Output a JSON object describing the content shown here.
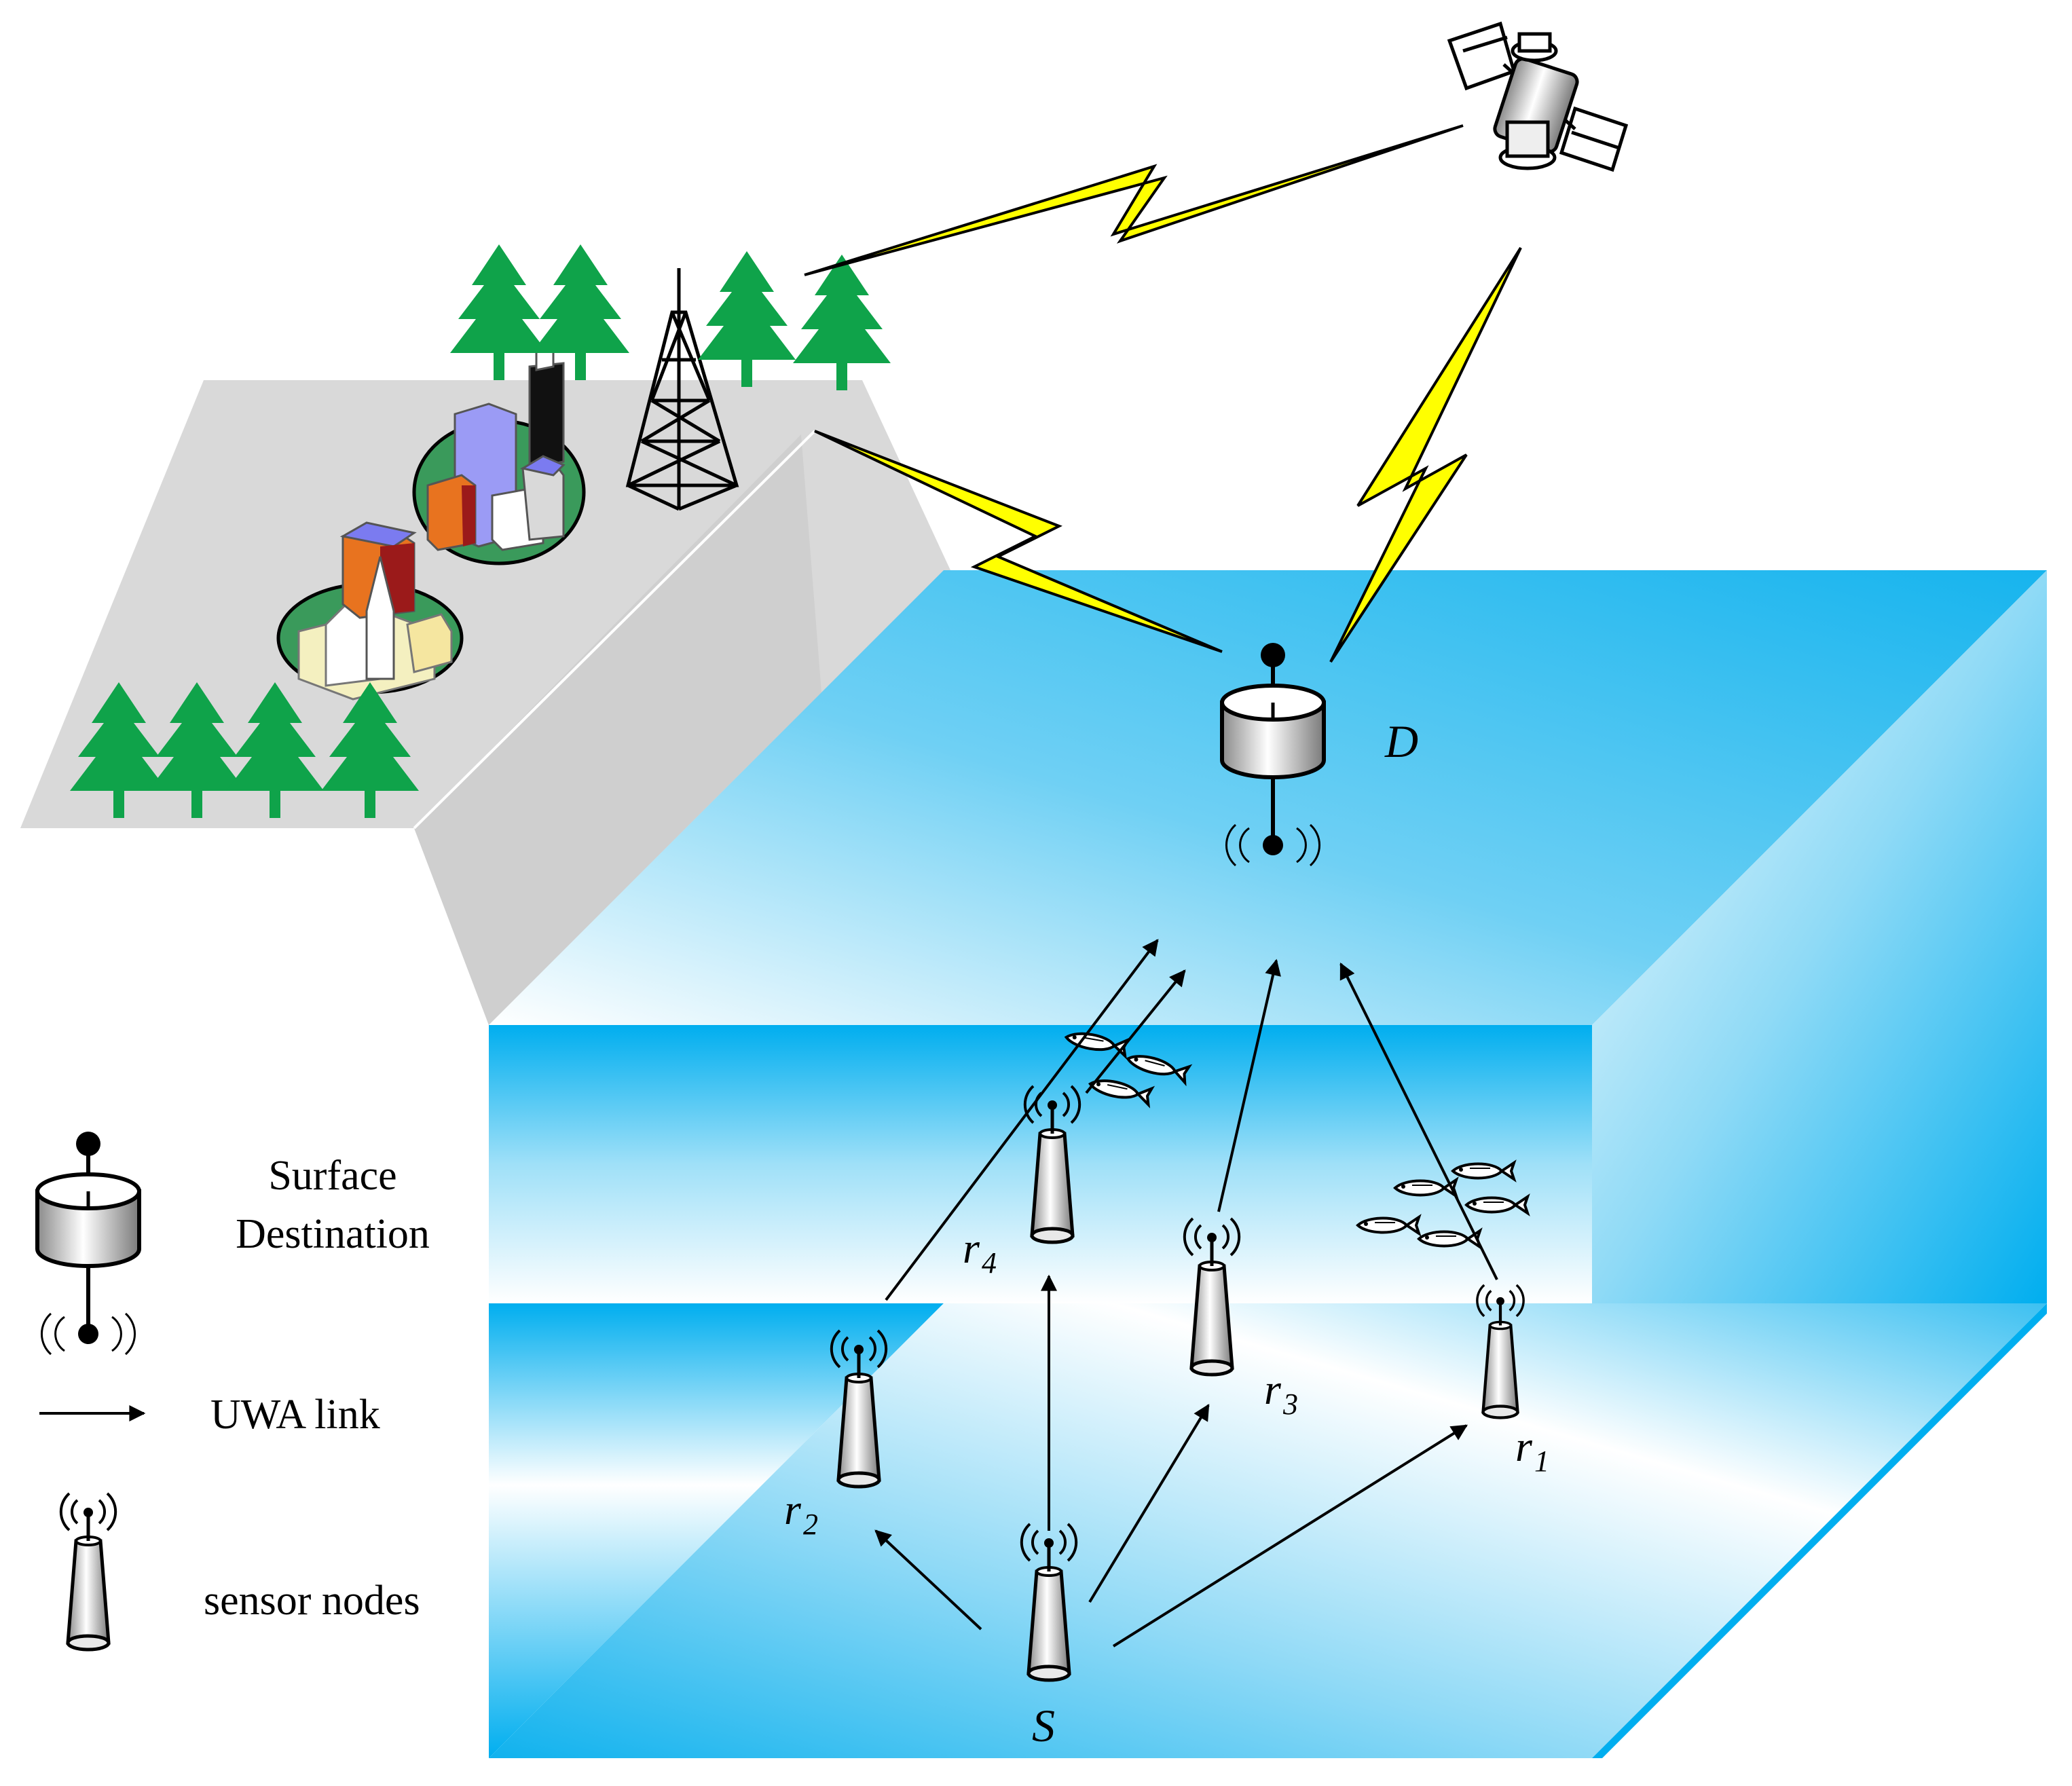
{
  "labels": {
    "destination": "D",
    "source": "S",
    "relay1": "r",
    "relay1_sub": "1",
    "relay2": "r",
    "relay2_sub": "2",
    "relay3": "r",
    "relay3_sub": "3",
    "relay4": "r",
    "relay4_sub": "4"
  },
  "legend": {
    "destination_line1": "Surface",
    "destination_line2": "Destination",
    "link": "UWA  link",
    "sensor": "sensor nodes"
  },
  "icons": {
    "buoy": "buoy-icon",
    "sensor": "sensor-node-icon",
    "satellite": "satellite-icon",
    "tower": "radio-tower-icon",
    "trees": "tree-icon",
    "city": "city-buildings-icon",
    "fish": "fish-icon",
    "lightning": "lightning-link-icon"
  },
  "colors": {
    "water_dark": "#00aeef",
    "water_light": "#ffffff",
    "land": "#d9d9d9",
    "tree": "#0fa34a",
    "lightning": "#ffff00",
    "city_ground": "#3a9a5b"
  }
}
